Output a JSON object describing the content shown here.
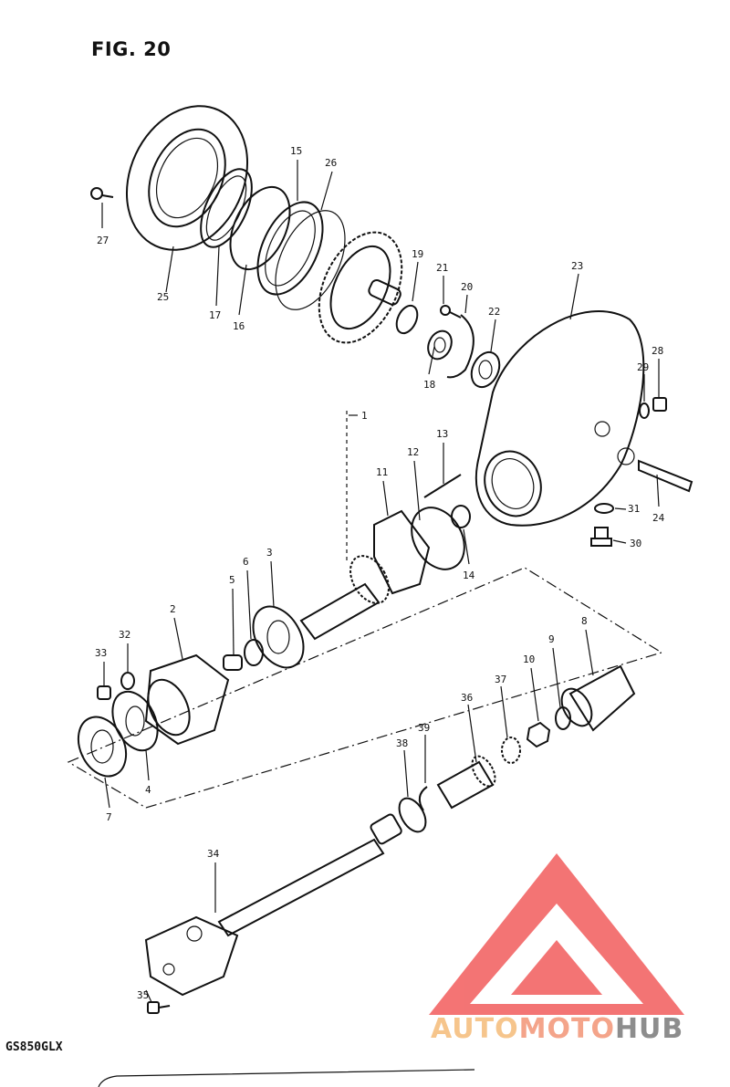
{
  "figure": {
    "title": "FIG. 20",
    "model": "GS850GLX"
  },
  "callouts": [
    {
      "id": "c1",
      "text": "1"
    },
    {
      "id": "c2",
      "text": "2"
    },
    {
      "id": "c3",
      "text": "3"
    },
    {
      "id": "c4",
      "text": "4"
    },
    {
      "id": "c5",
      "text": "5"
    },
    {
      "id": "c6",
      "text": "6"
    },
    {
      "id": "c7",
      "text": "7"
    },
    {
      "id": "c8",
      "text": "8"
    },
    {
      "id": "c9",
      "text": "9"
    },
    {
      "id": "c10",
      "text": "10"
    },
    {
      "id": "c11",
      "text": "11"
    },
    {
      "id": "c12",
      "text": "12"
    },
    {
      "id": "c13",
      "text": "13"
    },
    {
      "id": "c14",
      "text": "14"
    },
    {
      "id": "c15",
      "text": "15"
    },
    {
      "id": "c16",
      "text": "16"
    },
    {
      "id": "c17",
      "text": "17"
    },
    {
      "id": "c18",
      "text": "18"
    },
    {
      "id": "c19",
      "text": "19"
    },
    {
      "id": "c20",
      "text": "20"
    },
    {
      "id": "c21",
      "text": "21"
    },
    {
      "id": "c22",
      "text": "22"
    },
    {
      "id": "c23",
      "text": "23"
    },
    {
      "id": "c24",
      "text": "24"
    },
    {
      "id": "c25",
      "text": "25"
    },
    {
      "id": "c26",
      "text": "26"
    },
    {
      "id": "c27",
      "text": "27"
    },
    {
      "id": "c28",
      "text": "28"
    },
    {
      "id": "c29",
      "text": "29"
    },
    {
      "id": "c30",
      "text": "30"
    },
    {
      "id": "c31",
      "text": "31"
    },
    {
      "id": "c32",
      "text": "32"
    },
    {
      "id": "c33",
      "text": "33"
    },
    {
      "id": "c34",
      "text": "34"
    },
    {
      "id": "c35",
      "text": "35"
    },
    {
      "id": "c36",
      "text": "36"
    },
    {
      "id": "c37",
      "text": "37"
    },
    {
      "id": "c38",
      "text": "38"
    },
    {
      "id": "c39",
      "text": "39"
    }
  ],
  "watermark": {
    "word1": "AUTO",
    "word2": "MOTO",
    "word3": "HUB",
    "colors": {
      "auto": "#f6c58c",
      "moto": "#f4a48a",
      "hub": "#8d8d8d",
      "triangle": "#f25c5c"
    }
  }
}
